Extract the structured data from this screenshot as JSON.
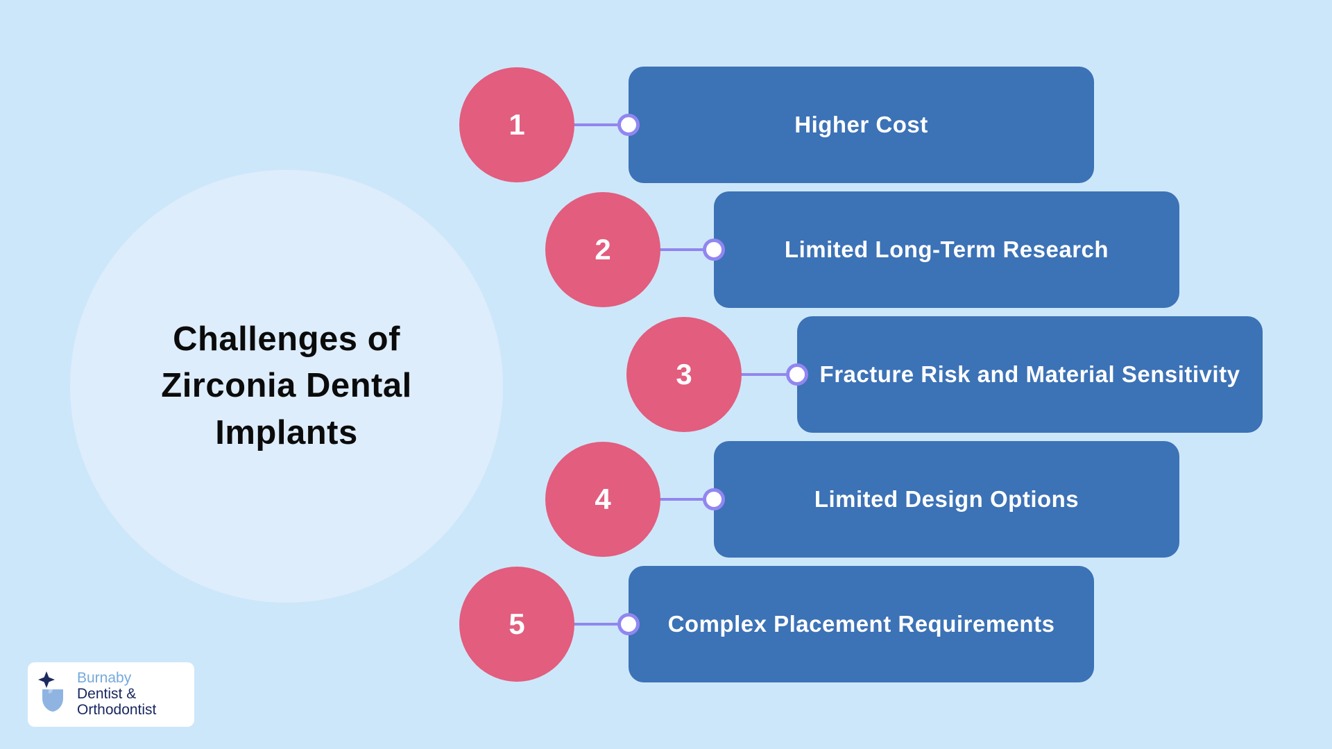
{
  "title": {
    "line1": "Challenges of",
    "line2": "Zirconia Dental",
    "line3": "Implants"
  },
  "items": [
    {
      "number": "1",
      "label": "Higher Cost"
    },
    {
      "number": "2",
      "label": "Limited Long-Term Research"
    },
    {
      "number": "3",
      "label": "Fracture Risk and Material Sensitivity"
    },
    {
      "number": "4",
      "label": "Limited Design Options"
    },
    {
      "number": "5",
      "label": "Complex Placement Requirements"
    }
  ],
  "logo": {
    "line1": "Burnaby",
    "line2": "Dentist &",
    "line3": "Orthodontist"
  },
  "colors": {
    "background": "#cde7fa",
    "title_circle": "#ddedfc",
    "number_circle": "#e25d7e",
    "bar": "#3c72b6",
    "connector": "#9186f0",
    "bar_text": "#ffffff",
    "logo_accent": "#76a9dc",
    "logo_dark": "#17265e"
  }
}
